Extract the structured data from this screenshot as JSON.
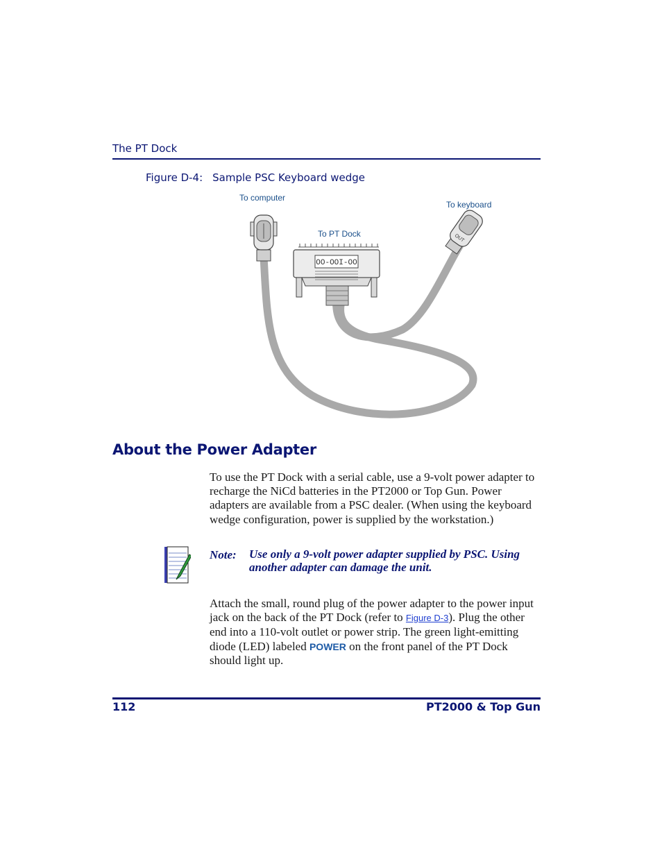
{
  "header": {
    "section_title": "The PT Dock"
  },
  "figure": {
    "number": "Figure D-4:",
    "caption": "Sample PSC Keyboard wedge",
    "labels": {
      "to_computer": "To computer",
      "to_keyboard": "To keyboard",
      "to_pt_dock": "To PT Dock",
      "out_marking": "OUT"
    }
  },
  "section": {
    "heading": "About the Power Adapter"
  },
  "paragraph1": "To use the PT Dock with a serial cable, use a 9-volt power adapter to recharge the NiCd batteries in the PT2000 or Top Gun. Power adapters are available from a PSC dealer. (When using the keyboard wedge configuration, power is supplied by the workstation.)",
  "note": {
    "label": "Note:",
    "text": "Use only a 9-volt power adapter supplied by PSC. Using another adapter can damage the unit."
  },
  "paragraph2": {
    "part1": "Attach the small, round plug of the power adapter to the power input jack on the back of the PT Dock (refer to ",
    "link": "Figure D-3",
    "part2": "). Plug the other end into a 110-volt outlet or power strip. The green light-emitting diode (LED) labeled ",
    "ui_label": "POWER",
    "part3": " on the front panel of the PT Dock should light up."
  },
  "footer": {
    "page_number": "112",
    "book_title": "PT2000 & Top Gun"
  }
}
